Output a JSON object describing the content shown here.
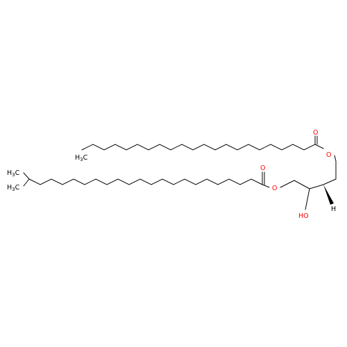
{
  "molecule": {
    "labels": {
      "methyl_top": {
        "main": "H",
        "sub": "3",
        "tail": "C"
      },
      "methyl_branch_upper": {
        "main": "H",
        "sub": "3",
        "tail": "C"
      },
      "methyl_branch_lower": {
        "main": "H",
        "sub": "3",
        "tail": "C"
      },
      "carbonyl_oxygen_top": "O",
      "ester_oxygen_top": "O",
      "carbonyl_oxygen_bottom": "O",
      "ester_oxygen_bottom": "O",
      "hydroxyl": "HO",
      "stereo_hydrogen": "H"
    },
    "colors": {
      "bond": "#000000",
      "carbon_label": "#000000",
      "oxygen": "#ff0000",
      "hydrogen": "#000000"
    }
  }
}
